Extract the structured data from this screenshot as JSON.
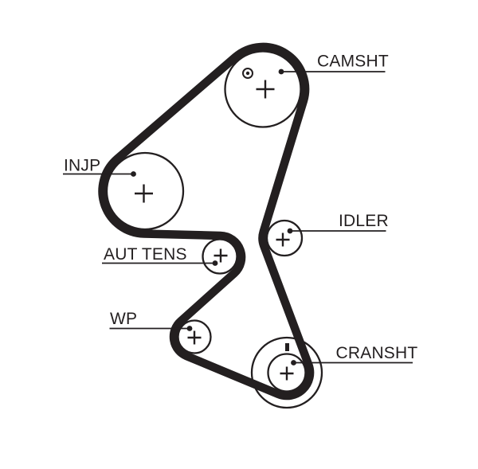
{
  "diagram": {
    "type": "timing-belt-routing-diagram",
    "background_color": "#ffffff",
    "ink_color": "#231f20",
    "labels": {
      "camshaft": "CAMSHT",
      "injection_pump": "INJP",
      "idler": "IDLER",
      "tensioner": "AUT TENS",
      "water_pump": "WP",
      "crankshaft": "CRANSHT"
    },
    "pulleys": [
      {
        "id": "camshaft",
        "label": "CAMSHT"
      },
      {
        "id": "injection-pump",
        "label": "INJP"
      },
      {
        "id": "idler",
        "label": "IDLER"
      },
      {
        "id": "automatic-tensioner",
        "label": "AUT TENS"
      },
      {
        "id": "water-pump",
        "label": "WP"
      },
      {
        "id": "crankshaft",
        "label": "CRANSHT"
      }
    ]
  }
}
